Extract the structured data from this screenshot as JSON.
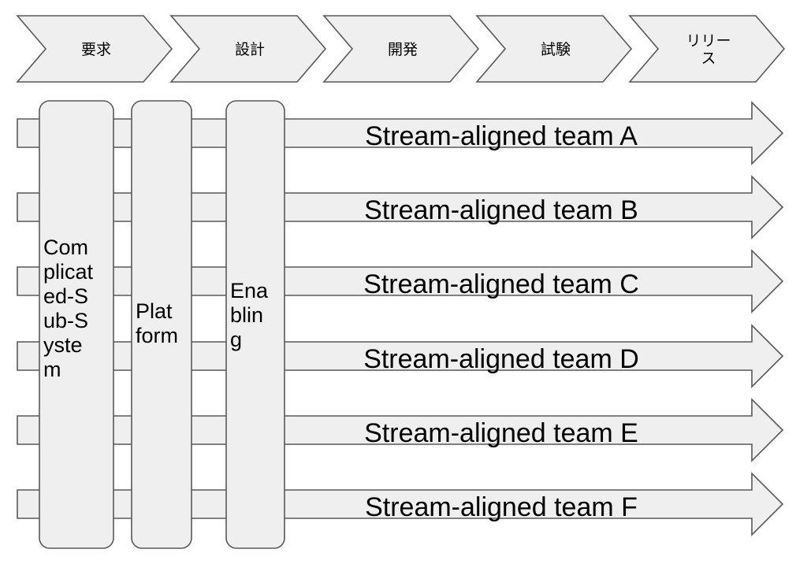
{
  "phases": [
    {
      "label_lines": [
        "要求"
      ]
    },
    {
      "label_lines": [
        "設計"
      ]
    },
    {
      "label_lines": [
        "開発"
      ]
    },
    {
      "label_lines": [
        "試験"
      ]
    },
    {
      "label_lines": [
        "リリー",
        "ス"
      ]
    }
  ],
  "streams": [
    {
      "label": "Stream-aligned team A"
    },
    {
      "label": "Stream-aligned team B"
    },
    {
      "label": "Stream-aligned team C"
    },
    {
      "label": "Stream-aligned team D"
    },
    {
      "label": "Stream-aligned team E"
    },
    {
      "label": "Stream-aligned team F"
    }
  ],
  "teams": [
    {
      "label_lines": [
        "Com",
        "plicat",
        "ed-S",
        "ub-S",
        "yste",
        "m"
      ]
    },
    {
      "label_lines": [
        "Plat",
        "form"
      ]
    },
    {
      "label_lines": [
        "Ena",
        "blin",
        "g"
      ]
    }
  ],
  "colors": {
    "fill": "#efefef",
    "stroke": "#595959"
  }
}
